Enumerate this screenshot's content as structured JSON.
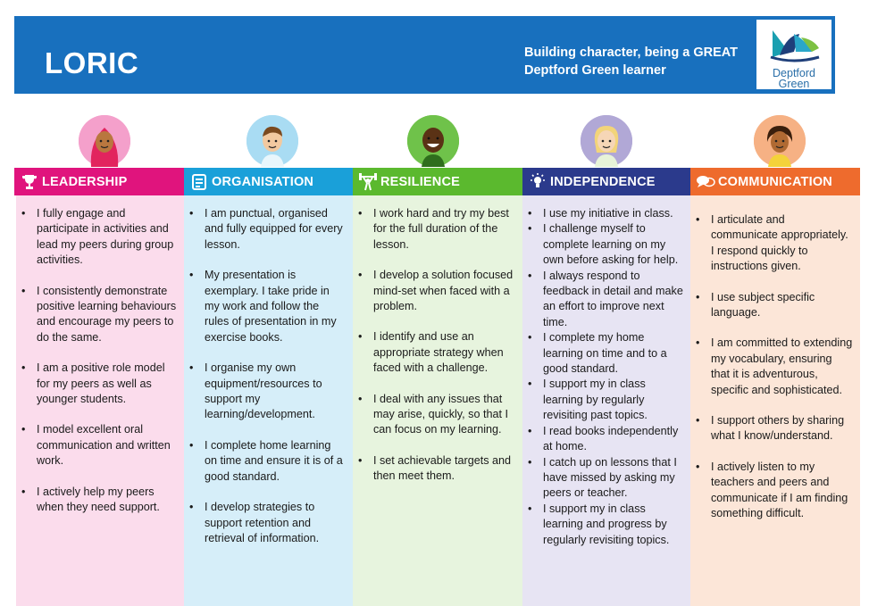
{
  "header": {
    "title": "LORIC",
    "tagline_line1": "Building character, being a GREAT",
    "tagline_line2": "Deptford Green learner",
    "logo_text_line1": "Deptford",
    "logo_text_line2": "Green"
  },
  "colors": {
    "banner": "#1870be",
    "leadership": "#e0147d",
    "organisation": "#1aa0d9",
    "resilience": "#5bb92e",
    "independence": "#2b3a8c",
    "communication": "#ee6b2d"
  },
  "columns": [
    {
      "key": "leadership",
      "title": "LEADERSHIP",
      "icon": "trophy-icon",
      "items": [
        "I fully engage and participate in activities and lead my peers during group activities.",
        "I consistently demonstrate positive learning behaviours and encourage my peers to do the same.",
        "I am a positive role model for my peers as well as younger students.",
        "I model excellent oral communication and written work.",
        "I actively help my peers when they need support."
      ]
    },
    {
      "key": "organisation",
      "title": "ORGANISATION",
      "icon": "planner-icon",
      "items": [
        "I am punctual, organised and fully equipped for every lesson.",
        "My presentation is exemplary. I take pride in my work and follow the rules of presentation in my exercise books.",
        "I organise my own equipment/resources to support my learning/development.",
        "I complete home learning on time and ensure it is of a good standard.",
        "I develop strategies to support retention and retrieval of information."
      ]
    },
    {
      "key": "resilience",
      "title": "RESILIENCE",
      "icon": "weightlifter-icon",
      "items": [
        "I work hard and try my best for the full duration of the lesson.",
        "I develop a solution focused mind-set when faced with a problem.",
        "I identify and use an appropriate strategy when faced with a challenge.",
        "I deal with any issues that may arise, quickly, so that I can focus on my learning.",
        "I set achievable targets and then meet them."
      ]
    },
    {
      "key": "independence",
      "title": "INDEPENDENCE",
      "icon": "lightbulb-icon",
      "items": [
        "I use my initiative in class.",
        "I challenge myself to complete learning on my own before asking for help.",
        "I always respond to feedback in detail and make an effort to improve next time.",
        "I complete my home learning on time and to a good standard.",
        "I support my in class learning by regularly revisiting past topics.",
        "I read books independently at home.",
        "I catch up on lessons that I have missed by asking my peers or teacher.",
        "I support my in class learning and progress by regularly revisiting topics."
      ]
    },
    {
      "key": "communication",
      "title": "COMMUNICATION",
      "icon": "speech-bubbles-icon",
      "items": [
        "I articulate and communicate appropriately. I respond quickly to instructions given.",
        "I use subject specific language.",
        "I am committed to extending my vocabulary, ensuring that it is adventurous, specific and sophisticated.",
        "I support others by sharing what I know/understand.",
        "I actively listen to my teachers and peers and communicate if I am finding something difficult."
      ]
    }
  ]
}
